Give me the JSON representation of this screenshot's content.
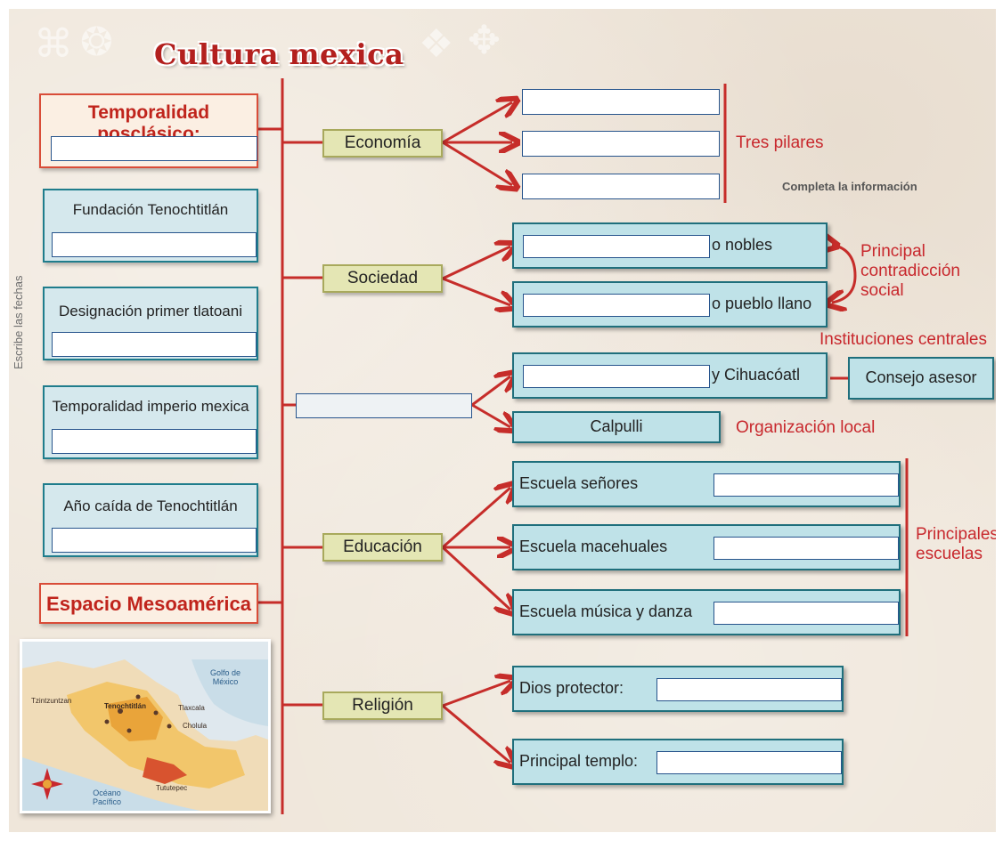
{
  "title": "Cultura mexica",
  "instruction_complete": "Completa la información",
  "instruction_dates": "Escribe las fechas",
  "left": {
    "temporalidad": "Temporalidad posclásico:",
    "items": [
      "Fundación Tenochtitlán",
      "Designación primer tlatoani",
      "Temporalidad imperio mexica",
      "Año caída de Tenochtitlán"
    ],
    "espacio": "Espacio Mesoamérica"
  },
  "categories": {
    "economia": "Economía",
    "sociedad": "Sociedad",
    "educacion": "Educación",
    "religion": "Religión"
  },
  "economia": {
    "side_label": "Tres pilares"
  },
  "sociedad": {
    "row1_suffix": "o nobles",
    "row2_suffix": "o pueblo llano",
    "side_label": "Principal contradicción social"
  },
  "gobierno": {
    "row1_suffix": "y Cihuacóatl",
    "consejo": "Consejo asesor",
    "instituciones": "Instituciones centrales",
    "calpulli": "Calpulli",
    "organizacion": "Organización local"
  },
  "educacion": {
    "schools": [
      "Escuela señores",
      "Escuela macehuales",
      "Escuela música y danza"
    ],
    "side_label": "Principales escuelas"
  },
  "religion": {
    "dios": "Dios protector:",
    "templo": "Principal templo:"
  },
  "map": {
    "labels": [
      "Golfo de México",
      "Océano Pacífico",
      "Tlaxcala",
      "Cholula",
      "Tenochtitlán",
      "Tzintzuntzan",
      "Tututepec"
    ]
  },
  "colors": {
    "accent_red": "#c0241c",
    "teal_border": "#1f6f7c",
    "teal_fill": "#bfe2e8",
    "olive_fill": "#e4e6b4"
  }
}
